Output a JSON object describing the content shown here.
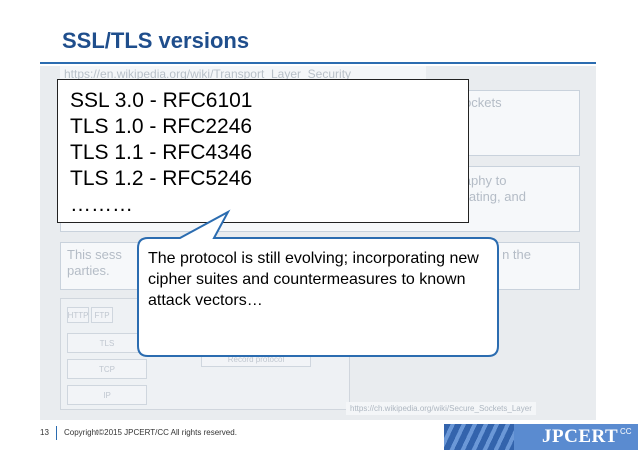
{
  "slide": {
    "title": "SSL/TLS versions",
    "background_url": "https://en.wikipedia.org/wiki/Transport_Layer_Security",
    "ghost_box_1_fragment": "ure Sockets\nvide",
    "ghost_box_2_fragment": "ography to\nunicating, and",
    "ghost_box_3_left": "This sess",
    "ghost_box_3_left_line2": "parties.",
    "ghost_box_3_right": "n the",
    "diagram_cells": [
      "HTTP",
      "FTP",
      "TLS",
      "TCP",
      "IP",
      "Record protocol"
    ],
    "wiki_link": "https://ch.wikipedia.org/wiki/Secure_Sockets_Layer",
    "versions": [
      "SSL 3.0 - RFC6101",
      "TLS 1.0 - RFC2246",
      "TLS 1.1 - RFC4346",
      "TLS 1.2 - RFC5246",
      "………"
    ],
    "callout_text": "The protocol is still evolving; incorporating new cipher suites and countermeasures to known attack vectors…"
  },
  "footer": {
    "page_number": "13",
    "copyright": "Copyright©2015 JPCERT/CC All rights reserved.",
    "logo_text": "JPCERT",
    "logo_suffix": "CC"
  },
  "colors": {
    "title": "#1f4e8c",
    "accent": "#2b6cb0",
    "callout_fill": "#ffffff",
    "callout_border": "#2b6cb0",
    "logo_bar": "#5a8bd0"
  },
  "icons": [
    "jpcert-logo"
  ]
}
